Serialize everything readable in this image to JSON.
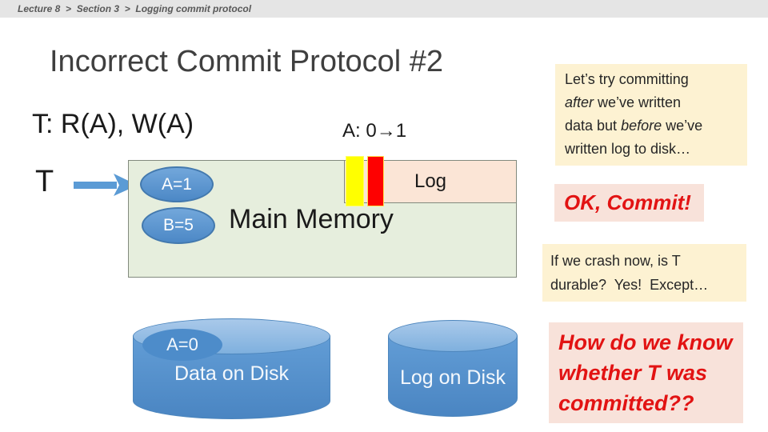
{
  "breadcrumb": "Lecture 8  >  Section 3  >  Logging commit protocol",
  "slide": {
    "title": "Incorrect Commit Protocol #2"
  },
  "transaction": {
    "ops": "T: R(A), W(A)",
    "value_change": "A: 0→1",
    "label": "T"
  },
  "memory": {
    "label": "Main Memory",
    "cells": {
      "a": "A=1",
      "b": "B=5"
    },
    "log_label": "Log"
  },
  "disks": {
    "data": {
      "value": "A=0",
      "label": "Data on Disk"
    },
    "log": {
      "label": "Log on Disk"
    }
  },
  "notes": {
    "timing": {
      "lines": [
        [
          {
            "t": "Let’s try committing"
          }
        ],
        [
          {
            "t": "after",
            "i": true
          },
          {
            "t": " we’ve written"
          }
        ],
        [
          {
            "t": "data but "
          },
          {
            "t": "before",
            "i": true
          },
          {
            "t": " we’ve"
          }
        ],
        [
          {
            "t": "written log to disk…"
          }
        ]
      ]
    },
    "ok_commit": "OK, Commit!",
    "crash": {
      "lines": [
        [
          {
            "t": "If we crash now, is T"
          }
        ],
        [
          {
            "t": "durable?  Yes!  Except…"
          }
        ]
      ]
    },
    "question": {
      "lines": [
        [
          {
            "t": "How do we know"
          }
        ],
        [
          {
            "t": "whether T was"
          }
        ],
        [
          {
            "t": "committed??"
          }
        ]
      ]
    }
  },
  "colors": {
    "accent_blue": "#5b9bd5",
    "memory_green": "#e6eedd",
    "log_pink": "#fbe5d6",
    "log_write_yellow": "#ffff00",
    "log_write_red": "#fe0101",
    "note_cream": "#fdf2d2",
    "note_pink": "#f8e2da",
    "alert_red": "#e21313",
    "topbar_gray": "#e5e5e5"
  }
}
